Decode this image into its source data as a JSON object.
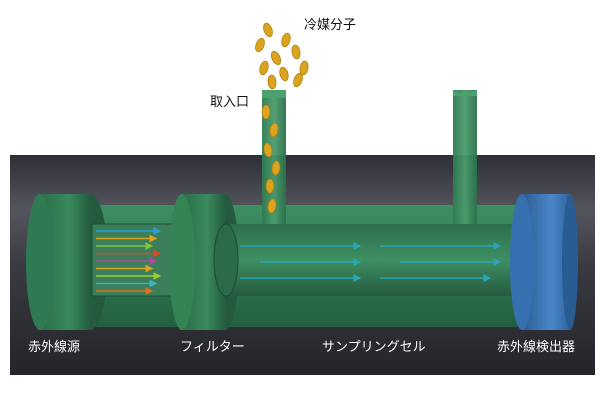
{
  "labels": {
    "refrigerant_molecules": "冷媒分子",
    "inlet": "取入口",
    "ir_source": "赤外線源",
    "filter": "フィルター",
    "sampling_cell": "サンプリングセル",
    "ir_detector": "赤外線検出器"
  },
  "colors": {
    "housing": "#3a3a42",
    "green_body": "#2f7a52",
    "green_face": "#3c8a5e",
    "detector_blue": "#3f78b8",
    "molecule_gold": "#d9a520",
    "beam_teal": "#27a7b5",
    "beam_colors": [
      "#2a9fd6",
      "#e0a020",
      "#7fc540",
      "#d94a2a",
      "#b04aa0",
      "#e0a020",
      "#9acd32",
      "#40b0c0",
      "#e07020"
    ]
  },
  "icons": [
    "refrigerant-molecule-icon",
    "infrared-beam-arrow-icon"
  ]
}
